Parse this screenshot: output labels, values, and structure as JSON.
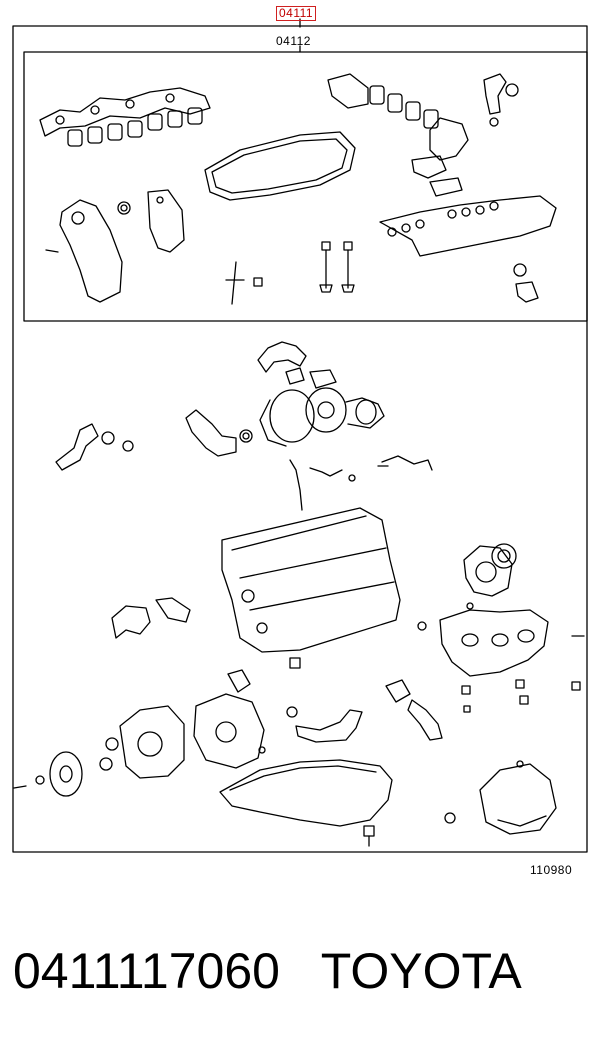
{
  "header": {
    "group_code": "04111"
  },
  "diagram": {
    "sub_group_code": "04112",
    "illustration_number": "110980"
  },
  "footer": {
    "part_number": "0411117060",
    "brand": "TOYOTA",
    "separator": "   "
  },
  "colors": {
    "highlight": "#d02020",
    "line": "#000000",
    "background": "#ffffff"
  }
}
